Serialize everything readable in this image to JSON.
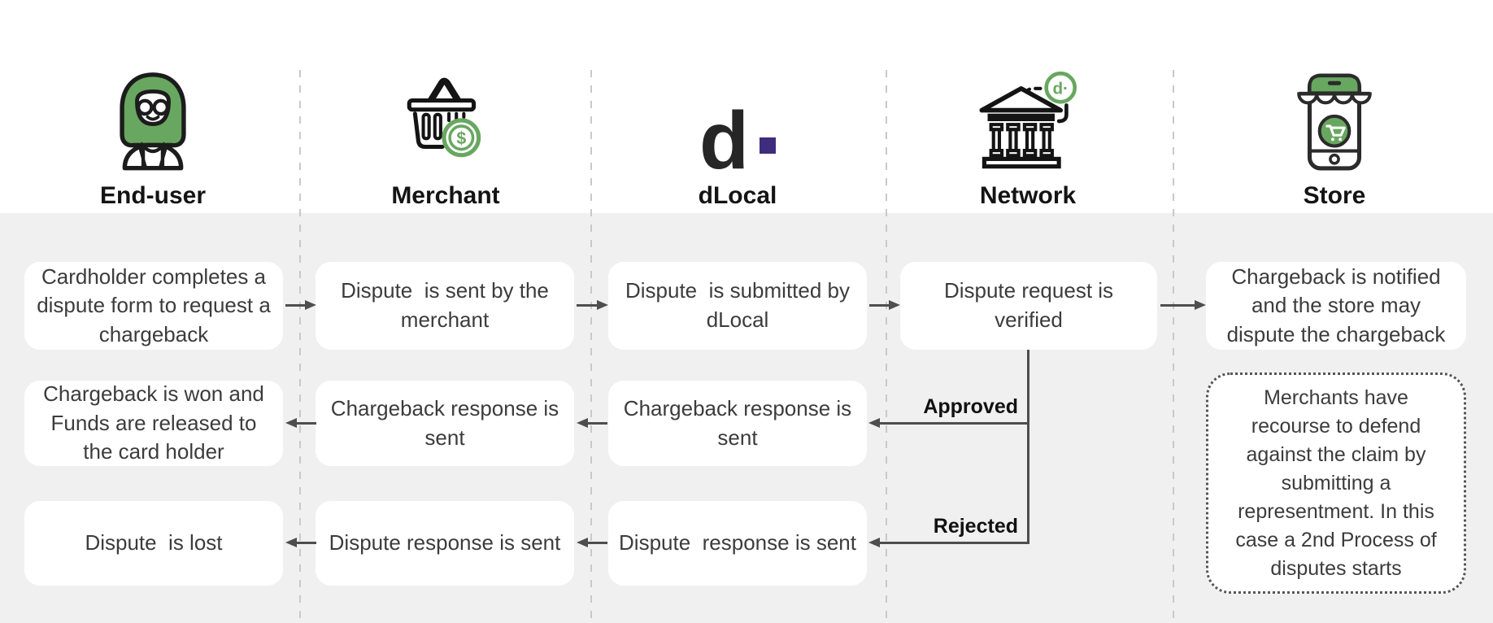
{
  "columns": [
    {
      "label": "End-user",
      "icon": "woman-icon"
    },
    {
      "label": "Merchant",
      "icon": "shopping-basket-icon"
    },
    {
      "label": "dLocal",
      "icon": "dlocal-logo",
      "logo_letter": "d"
    },
    {
      "label": "Network",
      "icon": "bank-icon"
    },
    {
      "label": "Store",
      "icon": "store-phone-icon"
    }
  ],
  "icons": {
    "merchant_coin_symbol": "$",
    "network_badge": "d·"
  },
  "flow": {
    "row1": {
      "end_user": "Cardholder completes a dispute form to request a chargeback",
      "merchant": "Dispute  is sent by the merchant",
      "dlocal": "Dispute  is submitted by dLocal",
      "network": "Dispute request is verified",
      "store": "Chargeback is notified and the store may dispute the chargeback"
    },
    "row2": {
      "end_user": "Chargeback is won and Funds are released to the card holder",
      "merchant": "Chargeback response is sent",
      "dlocal": "Chargeback response is sent"
    },
    "row3": {
      "end_user": "Dispute  is lost",
      "merchant": "Dispute response is sent",
      "dlocal": "Dispute  response is sent"
    },
    "branches": {
      "approved": "Approved",
      "rejected": "Rejected"
    },
    "store_note": "Merchants have recourse to defend against the claim by submitting a representment. In this case a 2nd Process of disputes starts"
  },
  "colors": {
    "green": "#68A760",
    "purple": "#3E2D7D",
    "arrow": "#4e4e4e",
    "background_gray": "#f0f0f0",
    "box_white": "#ffffff"
  }
}
